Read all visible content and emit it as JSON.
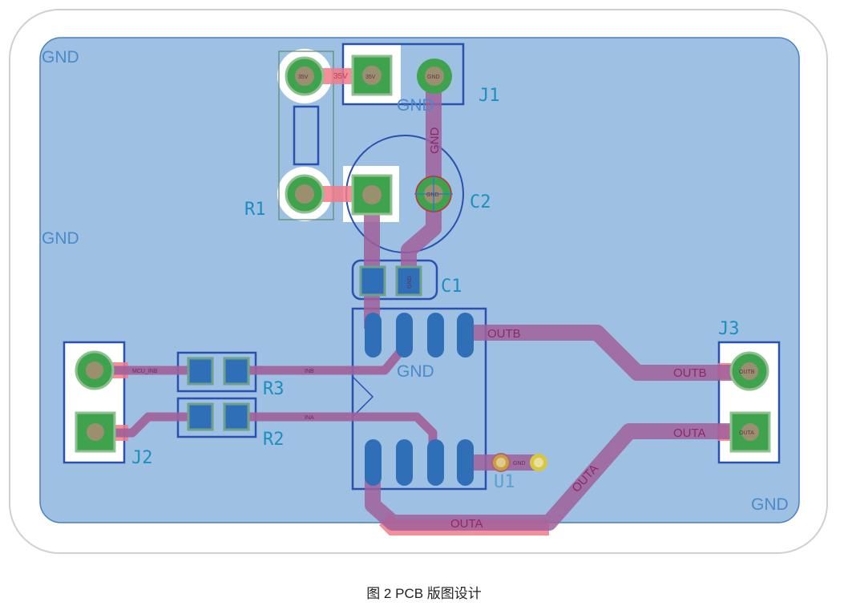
{
  "caption": "图 2 PCB 版图设计",
  "colors": {
    "copper_pour": "#9ec0e2",
    "trace_bottom": "#a0609a",
    "trace_top": "#f27a8a",
    "pad_green": "#3fa34d",
    "silkscreen": "#1a8fc0"
  },
  "nets": {
    "gnd": "GND",
    "outb": "OUTB",
    "outa": "OUTA",
    "inb": "INB",
    "ina": "INA",
    "mcu_inb": "MCU_INB",
    "v35": "35V"
  },
  "designators": {
    "j1": "J1",
    "j2": "J2",
    "j3": "J3",
    "r1": "R1",
    "r2": "R2",
    "r3": "R3",
    "c1": "C1",
    "c2": "C2",
    "u1": "U1"
  },
  "pad_labels": {
    "j1_gnd": "GND",
    "c2_gnd": "GND",
    "j3_outb": "OUTB",
    "j3_outa": "OUTA",
    "j1_35v": "35V",
    "r1_35v": "35V",
    "c1_gnd": "GND",
    "u1_gnd": "GND"
  }
}
